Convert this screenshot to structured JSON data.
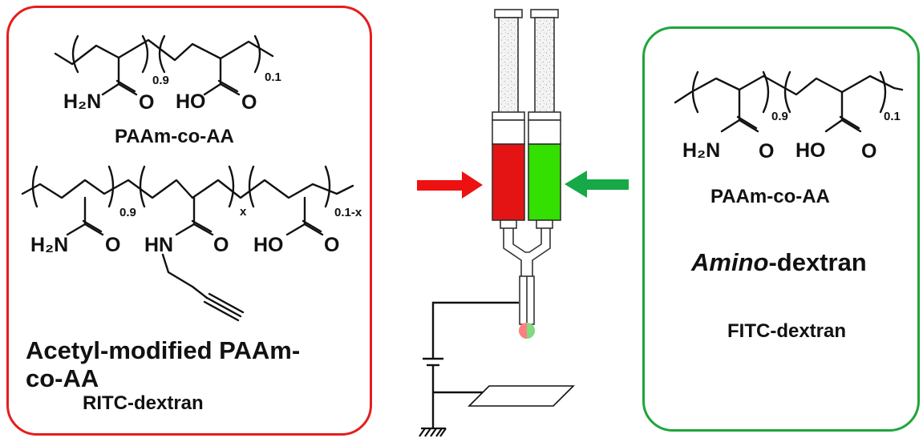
{
  "left": {
    "polymer1": {
      "name": "PAAm-co-AA",
      "sub_a": "0.9",
      "sub_b": "0.1",
      "group_a": "H₂N",
      "group_a_o": "O",
      "group_b": "HO",
      "group_b_o": "O"
    },
    "polymer2": {
      "sub_a": "0.9",
      "sub_b": "x",
      "sub_c": "0.1-x",
      "group_a": "H₂N",
      "group_a_o": "O",
      "group_b": "HN",
      "group_b_o": "O",
      "group_c": "HO",
      "group_c_o": "O"
    },
    "label_line1": "Acetyl-modified PAAm-",
    "label_line2": "co-AA",
    "dye": "RITC-dextran"
  },
  "right": {
    "polymer": {
      "name": "PAAm-co-AA",
      "sub_a": "0.9",
      "sub_b": "0.1",
      "group_a": "H₂N",
      "group_a_o": "O",
      "group_b": "HO",
      "group_b_o": "O"
    },
    "label_italic": "Amino",
    "label_rest": "-dextran",
    "dye": "FITC-dextran"
  },
  "colors": {
    "left_accent": "#e41e1e",
    "right_accent": "#1fa53c",
    "red_fluid": "#e41414",
    "green_fluid": "#33e000"
  },
  "icons": [
    "syringe-left-icon",
    "syringe-right-icon",
    "red-arrow-icon",
    "green-arrow-icon",
    "droplet-icon",
    "voltage-source-icon",
    "ground-icon",
    "collector-plate-icon"
  ]
}
